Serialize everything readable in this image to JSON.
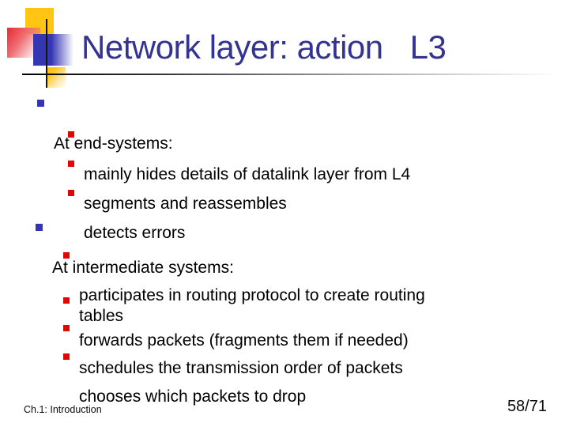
{
  "slide": {
    "title": "Network layer: action",
    "title_tag": "L3",
    "footer_left": "Ch.1: Introduction",
    "footer_right": "58/71"
  },
  "bullets": [
    {
      "level": 1,
      "section": 1,
      "lines": [
        "At end-systems:"
      ]
    },
    {
      "level": 2,
      "section": 1,
      "lines": [
        "mainly hides details of datalink layer from L4"
      ]
    },
    {
      "level": 2,
      "section": 1,
      "lines": [
        "segments and reassembles"
      ]
    },
    {
      "level": 2,
      "section": 1,
      "lines": [
        "detects errors"
      ]
    },
    {
      "level": 1,
      "section": 2,
      "lines": [
        "At intermediate systems:"
      ]
    },
    {
      "level": 2,
      "section": 2,
      "lines": [
        "participates in routing protocol to create routing",
        "tables"
      ]
    },
    {
      "level": 2,
      "section": 2,
      "lines": [
        "forwards packets (fragments them if needed)"
      ]
    },
    {
      "level": 2,
      "section": 2,
      "lines": [
        "schedules the transmission order of packets"
      ]
    },
    {
      "level": 2,
      "section": 2,
      "lines": [
        "chooses which packets to drop"
      ]
    }
  ],
  "colors": {
    "title": "#333392",
    "text": "#000000",
    "bullet_level1": "#3333bb",
    "bullet_level2": "#dd0807",
    "accent_gold": "#ffc414",
    "accent_red": "#e8333b",
    "accent_blue": "#3436b2"
  }
}
